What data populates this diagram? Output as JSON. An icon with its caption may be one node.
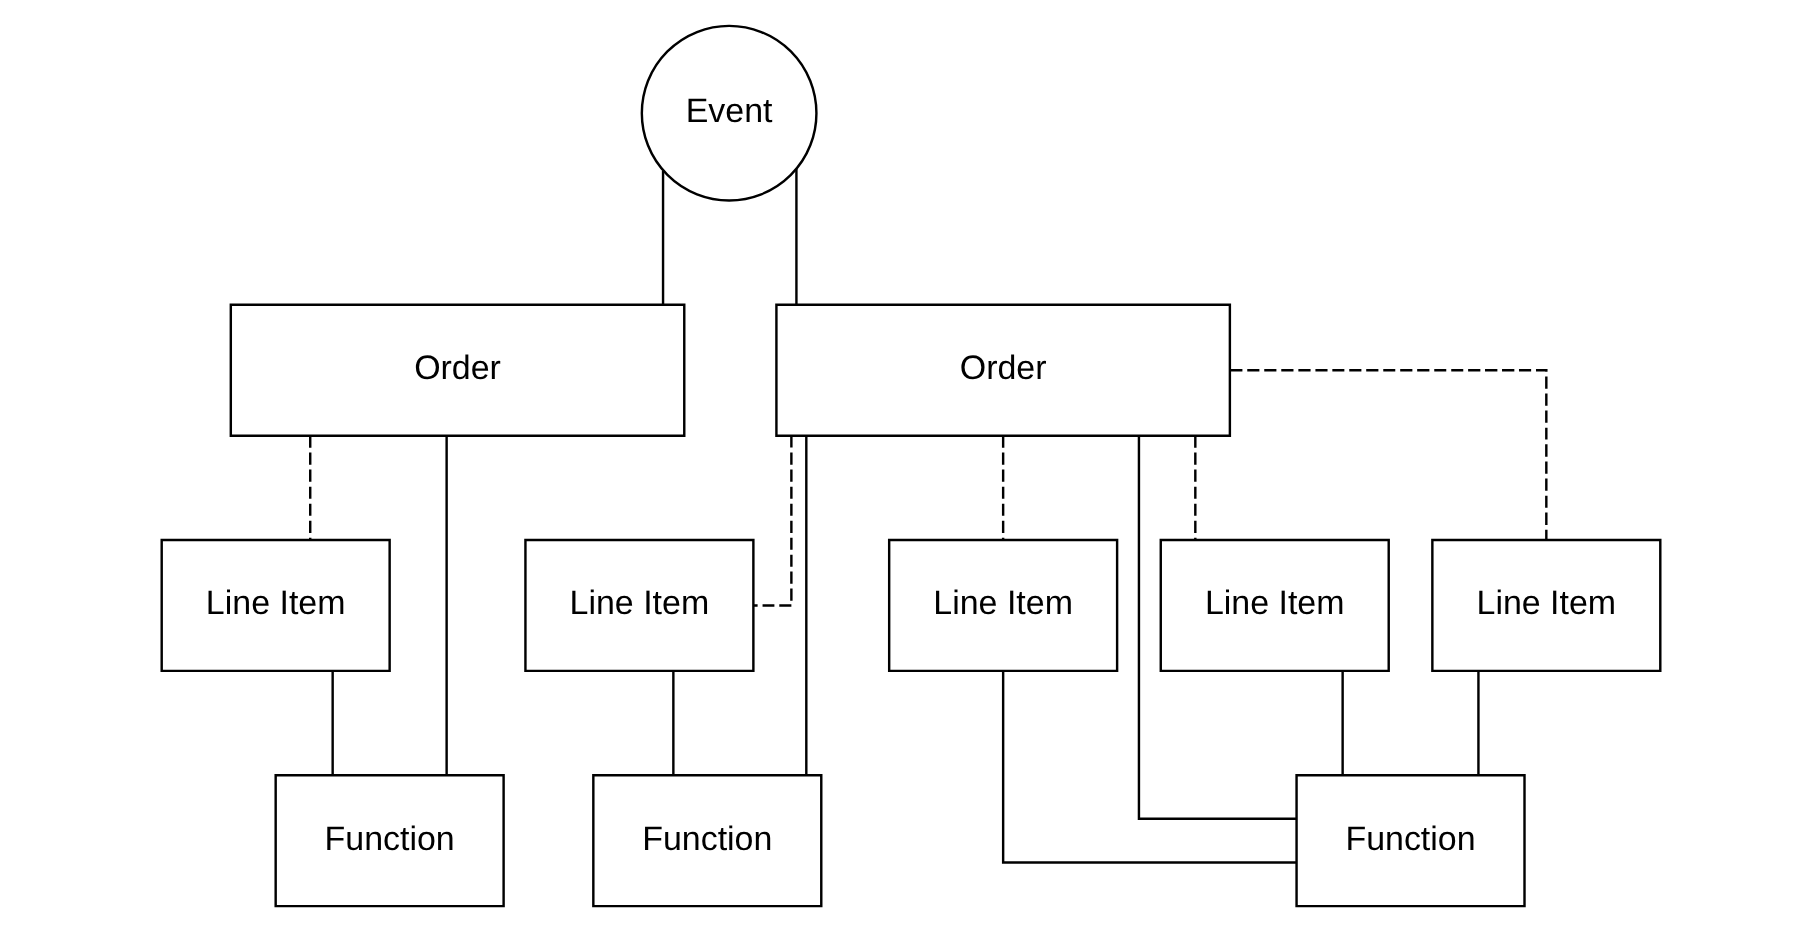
{
  "diagram": {
    "nodes": [
      {
        "text": [
          "Event"
        ]
      },
      {
        "text": [
          "Order"
        ]
      },
      {
        "text": [
          "Order"
        ]
      },
      {
        "text": [
          "Line Item"
        ]
      },
      {
        "text": [
          "Line Item"
        ]
      },
      {
        "text": [
          "Line Item"
        ]
      },
      {
        "text": [
          "Line Item"
        ]
      },
      {
        "text": [
          "Line Item"
        ]
      },
      {
        "text": [
          "Function"
        ]
      },
      {
        "text": [
          "Function"
        ]
      },
      {
        "text": [
          "Function"
        ]
      }
    ],
    "edges": [
      {
        "from": 0,
        "to": 1,
        "arrow": "none"
      },
      {
        "from": 0,
        "to": 2,
        "arrow": "none"
      },
      {
        "from": 1,
        "to": 3,
        "arrow": "none",
        "style": "dashed"
      },
      {
        "from": 1,
        "to": 8,
        "arrow": "none"
      },
      {
        "from": 3,
        "to": 8,
        "arrow": "none"
      },
      {
        "from": 2,
        "to": 4,
        "arrow": "none",
        "style": "dashed"
      },
      {
        "from": 2,
        "to": 5,
        "arrow": "none",
        "style": "dashed"
      },
      {
        "from": 2,
        "to": 6,
        "arrow": "none",
        "style": "dashed"
      },
      {
        "from": 2,
        "to": 7,
        "arrow": "none",
        "style": "dashed"
      },
      {
        "from": 4,
        "to": 9,
        "arrow": "none"
      },
      {
        "from": 2,
        "to": 9,
        "arrow": "none"
      },
      {
        "from": 2,
        "to": 10,
        "arrow": "none"
      },
      {
        "from": 5,
        "to": 10,
        "arrow": "none"
      },
      {
        "from": 6,
        "to": 10,
        "arrow": "none"
      },
      {
        "from": 7,
        "to": 10,
        "arrow": "none"
      }
    ]
  }
}
